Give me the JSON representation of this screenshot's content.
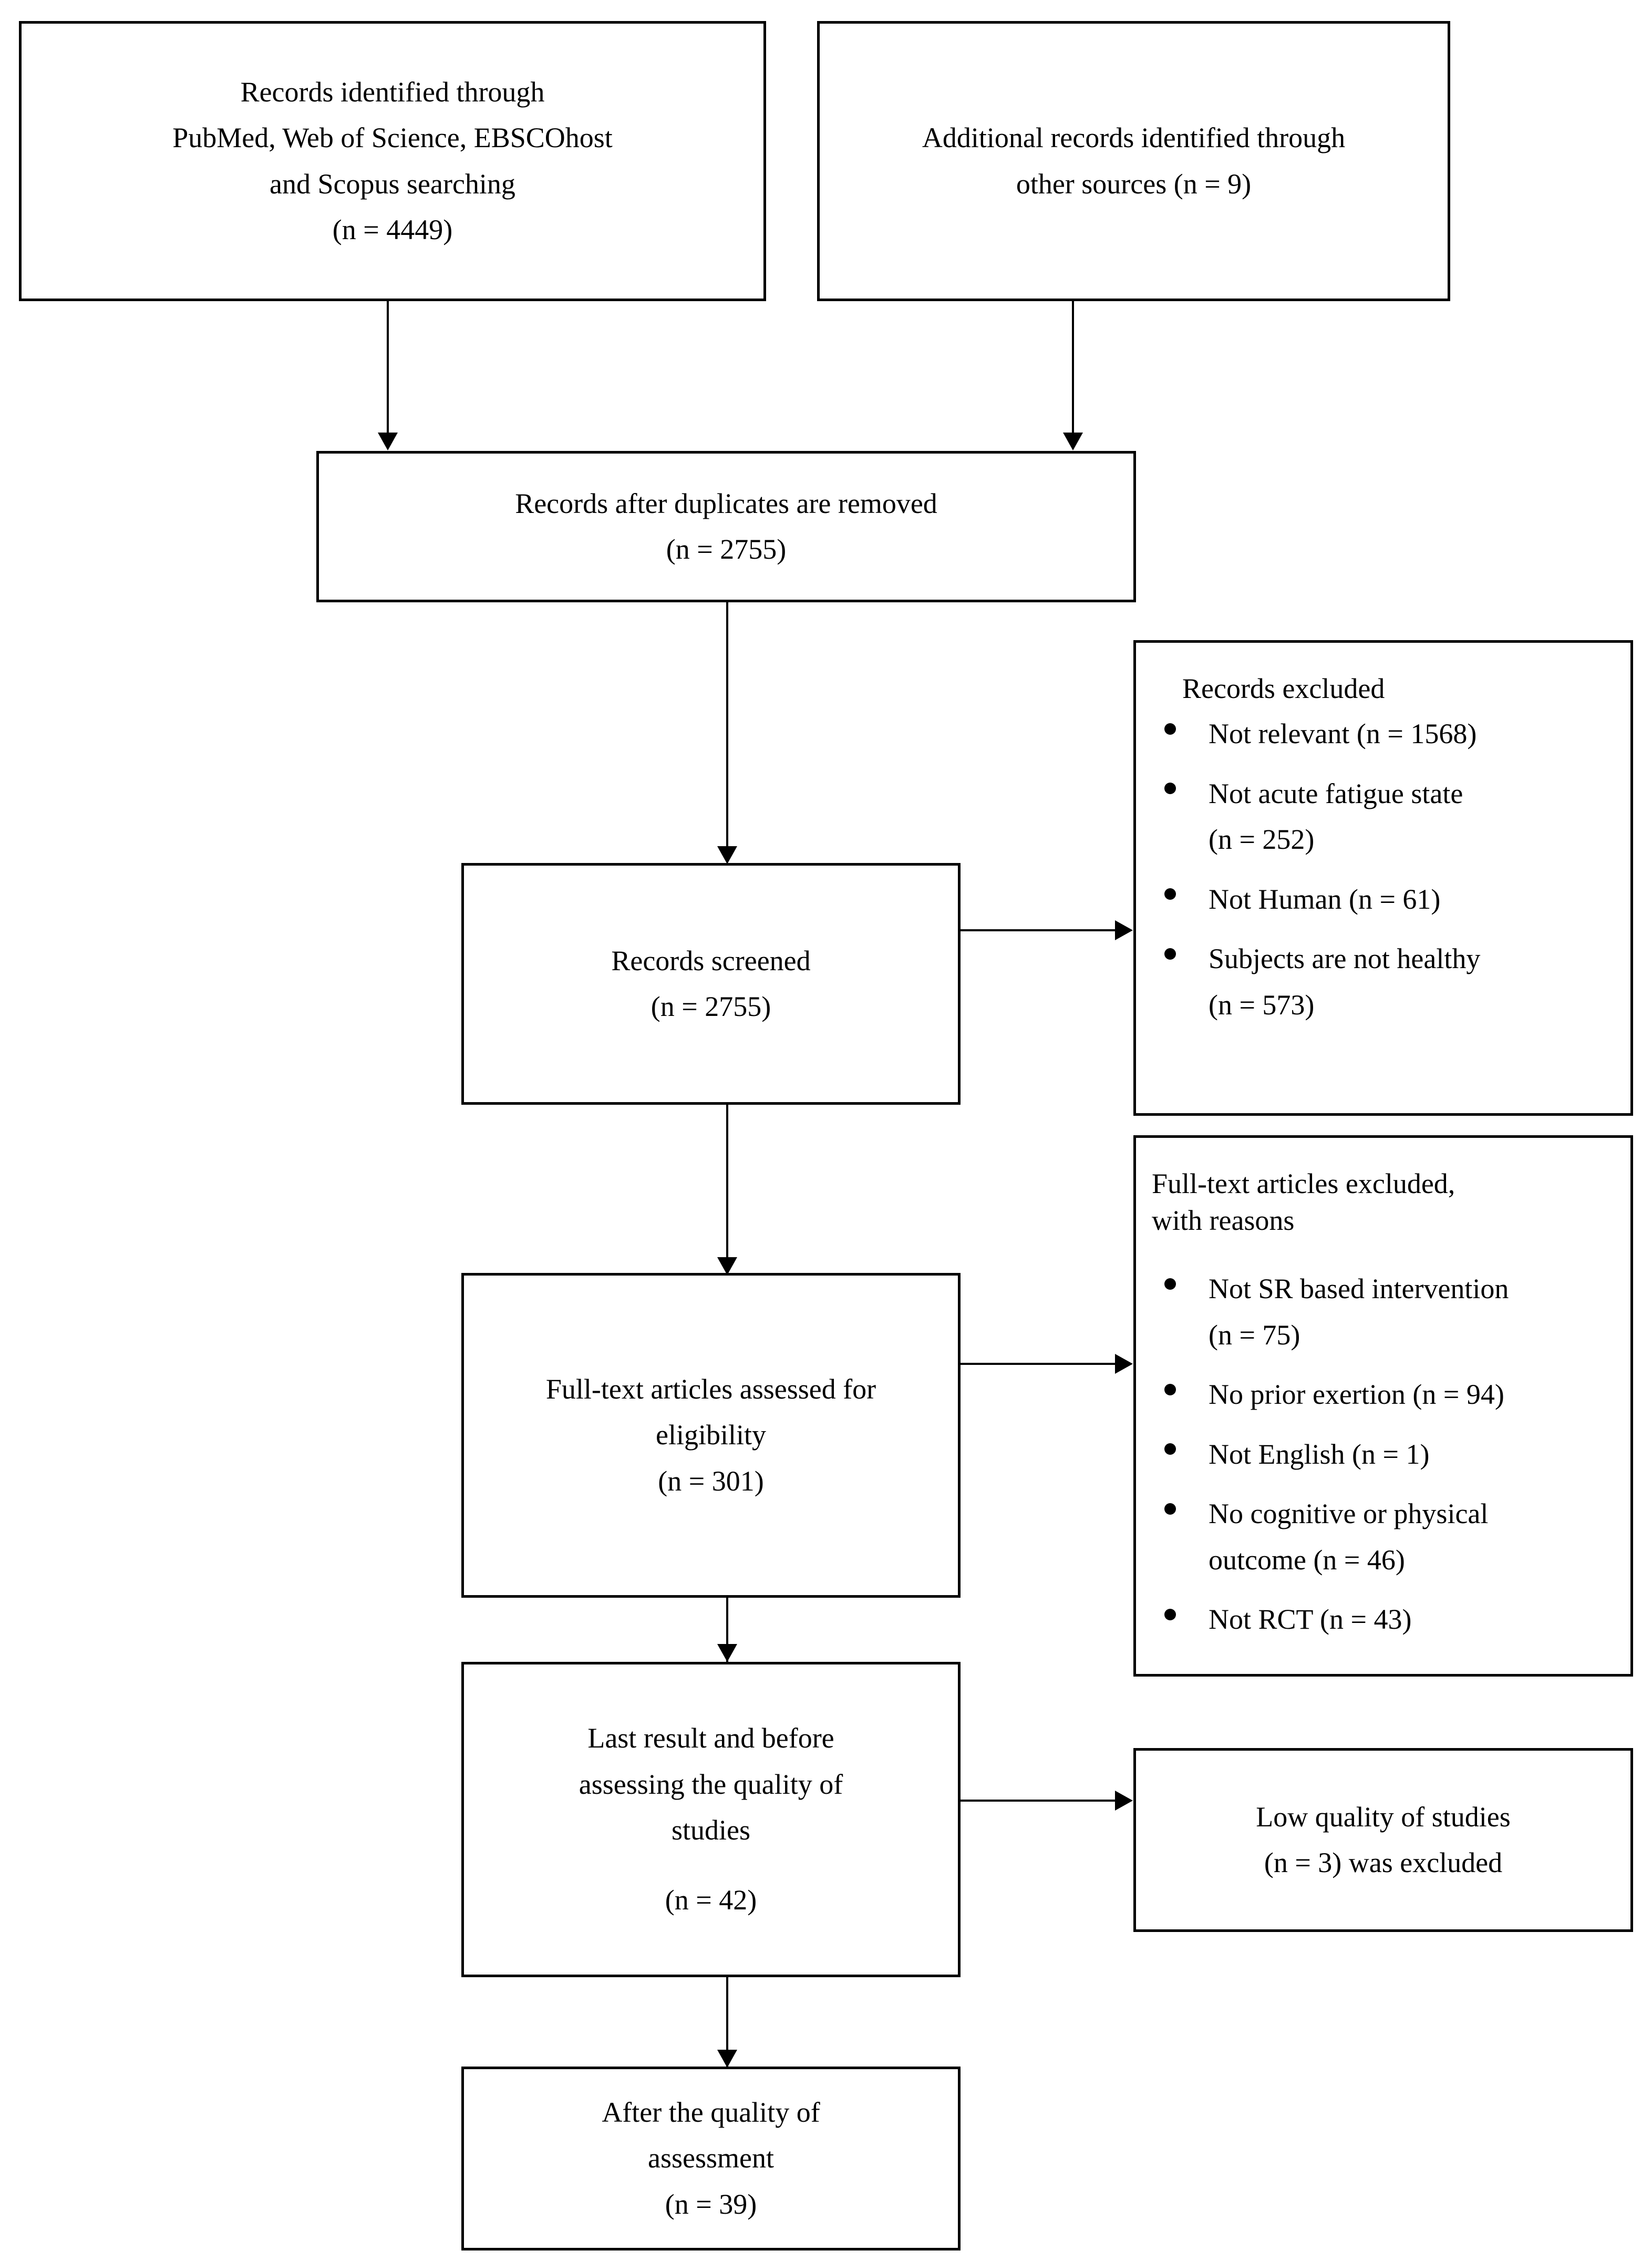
{
  "diagram": {
    "type": "prisma-flow-diagram",
    "nodes": {
      "identification_databases": {
        "lines": [
          "Records identified through",
          "PubMed, Web of Science, EBSCOhost",
          "and Scopus searching",
          "(n = 4449)"
        ]
      },
      "identification_other": {
        "lines": [
          "Additional records identified through",
          "other sources (n = 9)"
        ]
      },
      "duplicates_removed": {
        "lines": [
          "Records after duplicates are removed",
          "(n = 2755)"
        ]
      },
      "records_screened": {
        "lines": [
          "Records screened",
          "(n = 2755)"
        ]
      },
      "records_excluded": {
        "title": "Records excluded",
        "items": [
          "Not relevant (n = 1568)",
          "Not acute fatigue state\n(n = 252)",
          "Not Human (n = 61)",
          "Subjects are not healthy\n(n = 573)"
        ]
      },
      "fulltext_assessed": {
        "lines": [
          "Full-text articles assessed for",
          "eligibility",
          "(n = 301)"
        ]
      },
      "fulltext_excluded": {
        "title": "Full-text articles excluded,\nwith reasons",
        "items": [
          "Not SR based intervention\n(n = 75)",
          "No prior exertion (n = 94)",
          "Not English (n = 1)",
          "No cognitive or physical\noutcome (n = 46)",
          "Not RCT (n = 43)"
        ]
      },
      "last_result_before_quality": {
        "lines": [
          "Last result and before",
          "assessing the quality of",
          "studies",
          "(n = 42)"
        ]
      },
      "low_quality_excluded": {
        "lines": [
          "Low quality of studies",
          "(n = 3) was excluded"
        ]
      },
      "after_quality_assessment": {
        "lines": [
          "After the quality of",
          "assessment",
          "(n = 39)"
        ]
      }
    },
    "colors": {
      "stroke": "#000000",
      "fill": "#ffffff",
      "text": "#000000"
    }
  }
}
